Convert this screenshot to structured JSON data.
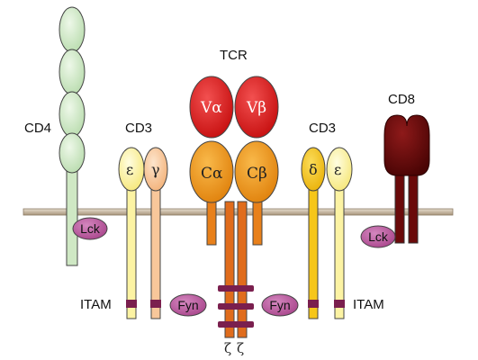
{
  "labels": {
    "cd4": "CD4",
    "cd3_left": "CD3",
    "tcr": "TCR",
    "cd3_right": "CD3",
    "cd8": "CD8",
    "itam_left": "ITAM",
    "itam_right": "ITAM"
  },
  "chains": {
    "epsilon_left": "ε",
    "gamma": "γ",
    "v_alpha": "Vα",
    "v_beta": "Vβ",
    "c_alpha": "Cα",
    "c_beta": "Cβ",
    "delta": "δ",
    "epsilon_right": "ε",
    "zeta_1": "ζ",
    "zeta_2": "ζ"
  },
  "kinases": {
    "lck_left": "Lck",
    "fyn_left": "Fyn",
    "fyn_right": "Fyn",
    "lck_right": "Lck"
  },
  "colors": {
    "membrane": "#c9b9a3",
    "cd4": "#cfe8c4",
    "cd3_epsilon": "#fcf3a3",
    "cd3_gamma": "#f8c79a",
    "v_domain": "#e01e1e",
    "c_domain": "#f2961a",
    "zeta": "#e06c1c",
    "cd3_delta": "#f6c61a",
    "cd8": "#6a0a0a",
    "kinase": "#b7579a",
    "itam": "#7a1f4e"
  }
}
